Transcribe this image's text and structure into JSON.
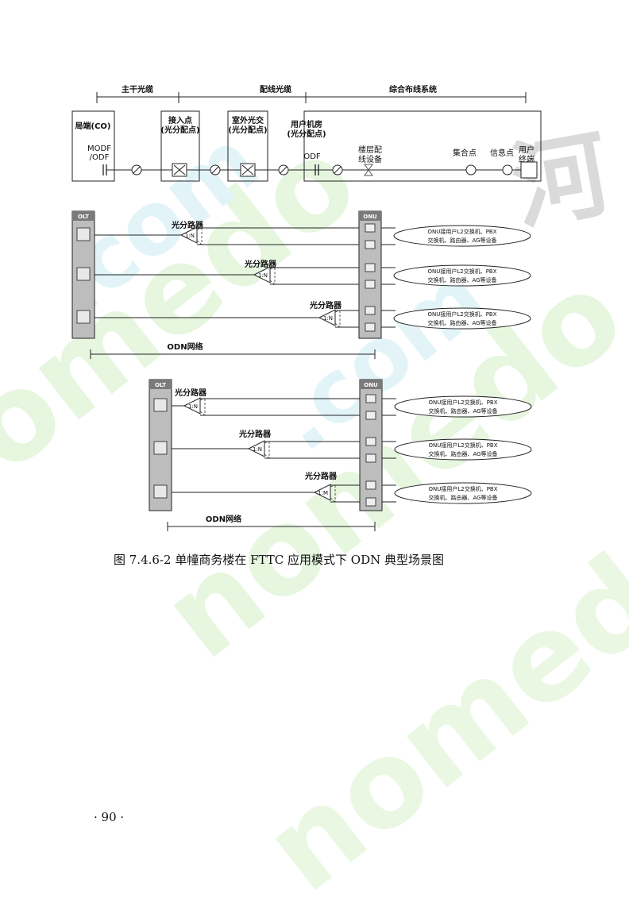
{
  "top": {
    "segments": [
      "主干光缆",
      "配线光缆",
      "综合布线系统"
    ],
    "co_label": "局端(CO)",
    "modf_label": [
      "MODF",
      "/ODF"
    ],
    "access_point": [
      "接入点",
      "(光分配点)"
    ],
    "outdoor_cabinet": [
      "室外光交",
      "(光分配点)"
    ],
    "user_room": [
      "用户机房",
      "(光分配点)"
    ],
    "odf_label": "ODF",
    "floor_equipment": [
      "楼层配",
      "线设备"
    ],
    "consolidation_point": "集合点",
    "info_point": "信息点",
    "user_terminal": [
      "用户",
      "终端"
    ]
  },
  "panels": [
    {
      "olt": "OLT",
      "onu": "ONU",
      "splitters": [
        {
          "name": "光分路器",
          "ratio": "1:N"
        },
        {
          "name": "光分路器",
          "ratio": "1:N"
        },
        {
          "name": "光分路器",
          "ratio": "1:N"
        }
      ],
      "devices": [
        [
          "ONU接用户L2交换机、PBX",
          "交换机、路由器、AG等设备"
        ],
        [
          "ONU接用户L2交换机、PBX",
          "交换机、路由器、AG等设备"
        ],
        [
          "ONU接用户L2交换机、PBX",
          "交换机、路由器、AG等设备"
        ]
      ],
      "odn": "ODN网络"
    },
    {
      "olt": "OLT",
      "onu": "ONU",
      "splitters": [
        {
          "name": "光分路器",
          "ratio": "1:N"
        },
        {
          "name": "光分路器",
          "ratio": "1:N"
        },
        {
          "name": "光分路器",
          "ratio": "1:M"
        }
      ],
      "devices": [
        [
          "ONU接用户L2交换机、PBX",
          "交换机、路由器、AG等设备"
        ],
        [
          "ONU接用户L2交换机、PBX",
          "交换机、路由器、AG等设备"
        ],
        [
          "ONU接用户L2交换机、PBX",
          "交换机、路由器、AG等设备"
        ]
      ],
      "odn": "ODN网络"
    }
  ],
  "caption": "图 7.4.6-2   单幢商务楼在 FTTC 应用模式下 ODN 典型场景图",
  "page_number": "· 90 ·",
  "colors": {
    "watermark_green": "#dff5d6",
    "watermark_cyan": "#d9f3f8",
    "watermark_gray": "#cfcfcf",
    "line": "#222222"
  }
}
